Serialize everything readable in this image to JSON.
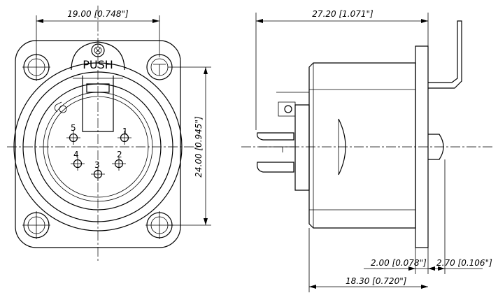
{
  "drawing": {
    "front_view": {
      "dim_width": "19.00 [0.748\"]",
      "dim_height": "24.00 [0.945\"]",
      "latch_label": "PUSH",
      "pin_labels": [
        "1",
        "2",
        "3",
        "4",
        "5"
      ]
    },
    "side_view": {
      "dim_overall_length": "27.20 [1.071\"]",
      "dim_flange": "2.00 [0.078\"]",
      "dim_tab": "2.70 [0.106\"]",
      "dim_body_length": "18.30 [0.720\"]"
    }
  }
}
